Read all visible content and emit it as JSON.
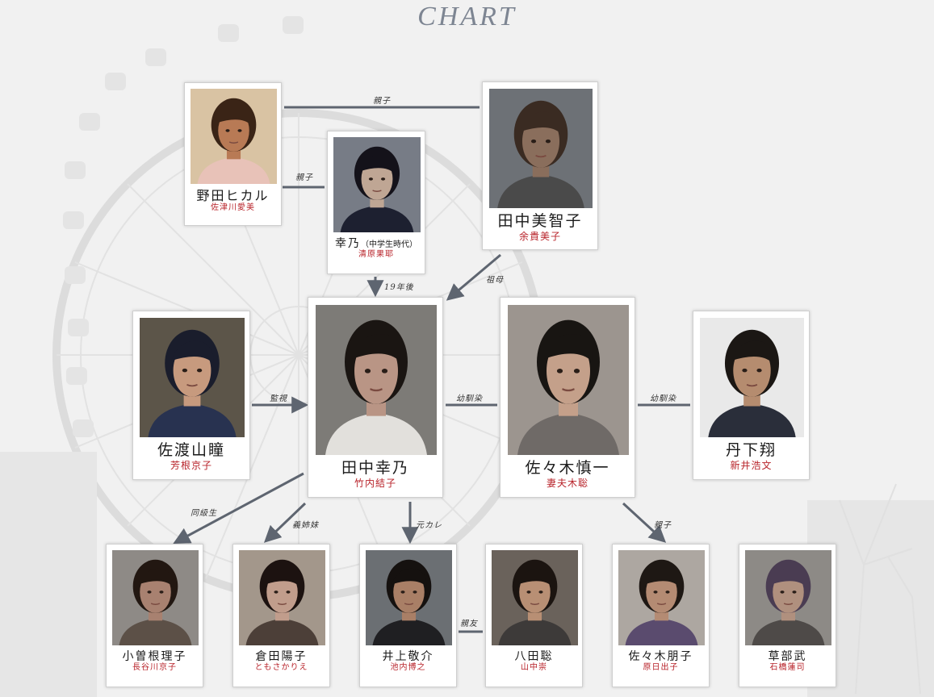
{
  "title": "CHART",
  "people": [
    {
      "id": "hikaru",
      "name": "野田ヒカル",
      "note": "",
      "actor": "佐津川愛美",
      "tone": "#b87a55",
      "hair": "#3a2416",
      "cloth": "#e8c2b8",
      "bgc": "#d9c3a3"
    },
    {
      "id": "michiko",
      "name": "田中美智子",
      "note": "",
      "actor": "余貴美子",
      "tone": "#8a6e5c",
      "hair": "#3a2b22",
      "cloth": "#4a4a4a",
      "bgc": "#6d7176"
    },
    {
      "id": "yukino_j",
      "name": "幸乃",
      "note": "（中学生時代）",
      "actor": "清原果耶",
      "tone": "#bfa694",
      "hair": "#14121a",
      "cloth": "#1d2030",
      "bgc": "#777c86"
    },
    {
      "id": "watarai",
      "name": "佐渡山瞳",
      "note": "",
      "actor": "芳根京子",
      "tone": "#c79a7e",
      "hair": "#1a1d2c",
      "cloth": "#283250",
      "bgc": "#5c5549"
    },
    {
      "id": "yukino",
      "name": "田中幸乃",
      "note": "",
      "actor": "竹内結子",
      "tone": "#b99585",
      "hair": "#1a1512",
      "cloth": "#e2e0dc",
      "bgc": "#7d7b77"
    },
    {
      "id": "shinichi",
      "name": "佐々木慎一",
      "note": "",
      "actor": "妻夫木聡",
      "tone": "#c4a08a",
      "hair": "#181512",
      "cloth": "#6f6a67",
      "bgc": "#9c958f"
    },
    {
      "id": "sho",
      "name": "丹下翔",
      "note": "",
      "actor": "新井浩文",
      "tone": "#b58c6f",
      "hair": "#1b1714",
      "cloth": "#2a2e3a",
      "bgc": "#e9e9e9"
    },
    {
      "id": "riko",
      "name": "小曽根理子",
      "note": "",
      "actor": "長谷川京子",
      "tone": "#a88170",
      "hair": "#221711",
      "cloth": "#5c5047",
      "bgc": "#8e8a86"
    },
    {
      "id": "yoko",
      "name": "倉田陽子",
      "note": "",
      "actor": "ともさかりえ",
      "tone": "#c19d8c",
      "hair": "#1c1210",
      "cloth": "#4c3f38",
      "bgc": "#a3978b"
    },
    {
      "id": "keisuke",
      "name": "井上敬介",
      "note": "",
      "actor": "池内博之",
      "tone": "#a97f66",
      "hair": "#15110f",
      "cloth": "#1f1f22",
      "bgc": "#6b6f73"
    },
    {
      "id": "satoshi",
      "name": "八田聡",
      "note": "",
      "actor": "山中崇",
      "tone": "#b88f74",
      "hair": "#1b1410",
      "cloth": "#3d3a39",
      "bgc": "#6a625b"
    },
    {
      "id": "tomoko",
      "name": "佐々木朋子",
      "note": "",
      "actor": "原日出子",
      "tone": "#b48b73",
      "hair": "#1e1814",
      "cloth": "#5a4b6e",
      "bgc": "#ada7a1"
    },
    {
      "id": "kusakabe",
      "name": "草部武",
      "note": "",
      "actor": "石橋蓮司",
      "tone": "#b0907e",
      "hair": "#4a3c52",
      "cloth": "#4e4a48",
      "bgc": "#8d8a86"
    }
  ],
  "relations": [
    {
      "id": "r1",
      "label": "親子"
    },
    {
      "id": "r2",
      "label": "親子"
    },
    {
      "id": "r3",
      "label": "19年後"
    },
    {
      "id": "r4",
      "label": "祖母"
    },
    {
      "id": "r5",
      "label": "監視"
    },
    {
      "id": "r6",
      "label": "幼馴染"
    },
    {
      "id": "r7",
      "label": "幼馴染"
    },
    {
      "id": "r8",
      "label": "同級生"
    },
    {
      "id": "r9",
      "label": "義姉妹"
    },
    {
      "id": "r10",
      "label": "元カレ"
    },
    {
      "id": "r11",
      "label": "親子"
    },
    {
      "id": "r12",
      "label": "親友"
    }
  ],
  "colors": {
    "actor": "#b8232a",
    "line": "#5e6570",
    "title": "#7d8592"
  }
}
